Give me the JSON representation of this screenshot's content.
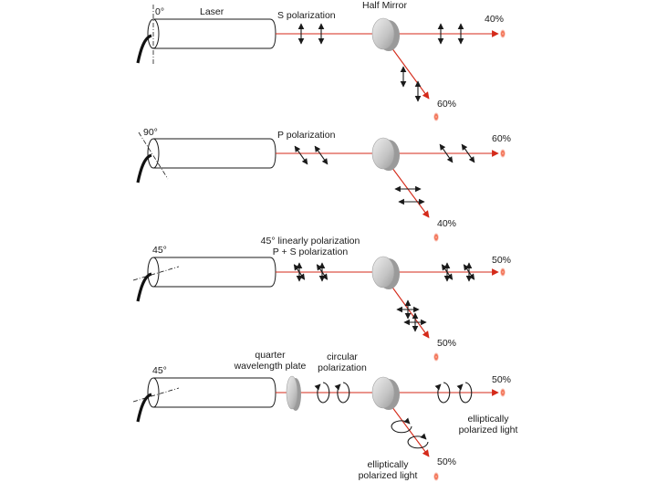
{
  "colors": {
    "beam": "#d42a1a",
    "spot": "#e8402a",
    "line": "#1a1a1a",
    "mirror": "#c8c8c8"
  },
  "panels": [
    {
      "angle": "0°",
      "laser_label": "Laser",
      "input_label": "S polarization",
      "mirror_label": "Half Mirror",
      "transmitted_pct": "40%",
      "reflected_pct": "60%"
    },
    {
      "angle": "90°",
      "input_label": "P polarization",
      "transmitted_pct": "60%",
      "reflected_pct": "40%"
    },
    {
      "angle": "45°",
      "input_label_line1": "45° linearly polarization",
      "input_label_line2": "P + S polarization",
      "transmitted_pct": "50%",
      "reflected_pct": "50%"
    },
    {
      "angle": "45°",
      "plate_label_line1": "quarter",
      "plate_label_line2": "wavelength plate",
      "circ_label_line1": "circular",
      "circ_label_line2": "polarization",
      "transmitted_pct": "50%",
      "reflected_pct": "50%",
      "trans_state_line1": "elliptically",
      "trans_state_line2": "polarized light",
      "refl_state_line1": "elliptically",
      "refl_state_line2": "polarized light"
    }
  ]
}
